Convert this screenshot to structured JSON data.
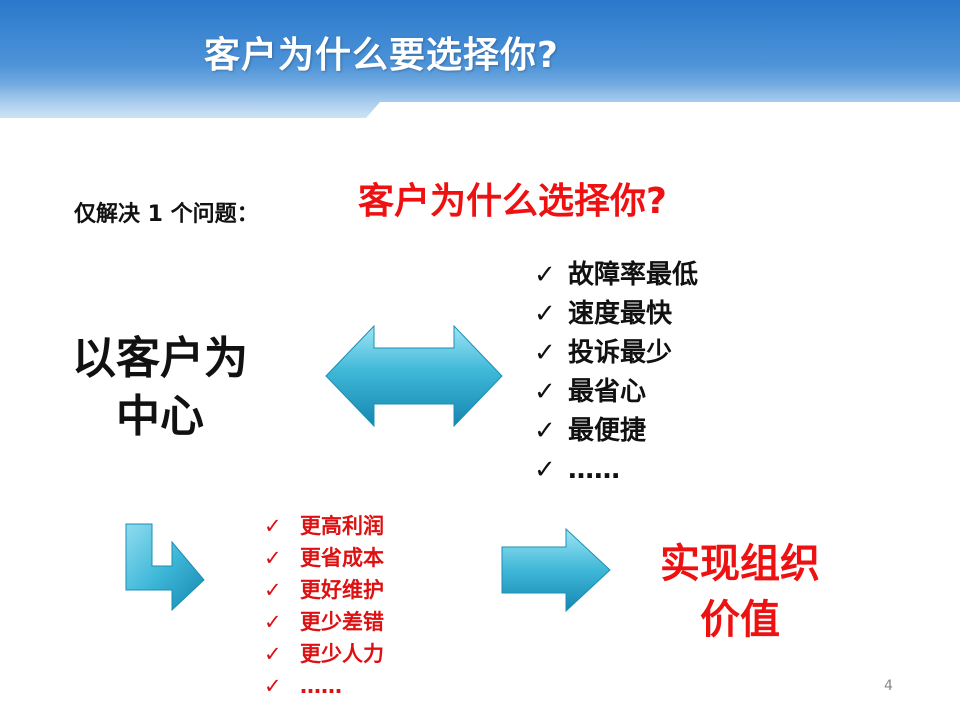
{
  "slide": {
    "title": "客户为什么要选择你?",
    "question_prefix": "仅解决 1 个问题：",
    "question": "客户为什么选择你?",
    "center_label_line1": "以客户为",
    "center_label_line2": "中心",
    "benefits": [
      "故障率最低",
      "速度最快",
      "投诉最少",
      "最省心",
      "最便捷",
      "……"
    ],
    "values": [
      "更高利润",
      "更省成本",
      "更好维护",
      "更少差错",
      "更少人力",
      "……"
    ],
    "result_line1": "实现组织",
    "result_line2": "价值",
    "page_number": "4",
    "check_mark": "✓"
  },
  "colors": {
    "header_top": "#7fb4e4",
    "header_bottom": "#1f6fc4",
    "accent_red": "#ee1111",
    "arrow_cyan": "#3fb8d8"
  }
}
